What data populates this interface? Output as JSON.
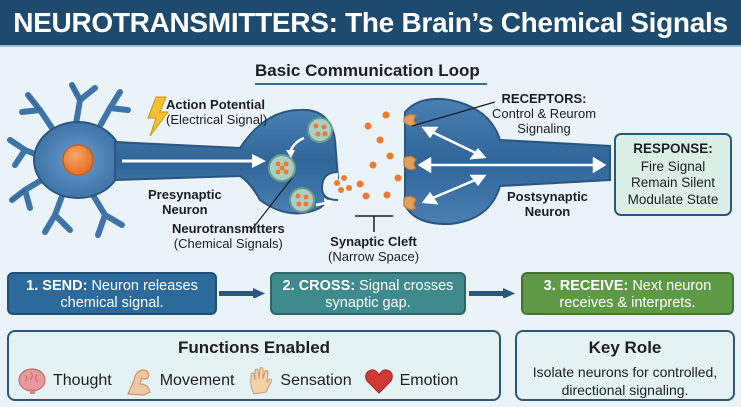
{
  "header": {
    "title": "NEUROTRANSMITTERS: The Brain’s Chemical Signals"
  },
  "diagram": {
    "title": "Basic Communication Loop",
    "labels": {
      "action_potential_title": "Action Potential",
      "action_potential_sub": "(Electrical Signal)",
      "presynaptic_line1": "Presynaptic",
      "presynaptic_line2": "Neuron",
      "neurotransmitters_title": "Neurotransmitters",
      "neurotransmitters_sub": "(Chemical Signals)",
      "synaptic_cleft_title": "Synaptic Cleft",
      "synaptic_cleft_sub": "(Narrow Space)",
      "receptors_title": "RECEPTORS:",
      "receptors_sub_line1": "Control & Reurom",
      "receptors_sub_line2": "Signaling",
      "postsynaptic_line1": "Postsynaptic",
      "postsynaptic_line2": "Neuron"
    },
    "response": {
      "title": "RESPONSE:",
      "items": [
        "Fire Signal",
        "Remain Silent",
        "Modulate State"
      ]
    },
    "colors": {
      "neuron": "#3f74a8",
      "neuron_dark": "#2a5680",
      "nucleus": "#f08a3c",
      "neurotransmitter": "#f07a30",
      "receptor": "#e0a060",
      "lightning": "#f5c030"
    }
  },
  "steps": [
    {
      "number_label": "1. SEND:",
      "text_line1": "Neuron releases",
      "text_line2": "chemical signal.",
      "color": "#2d6a9c"
    },
    {
      "number_label": "2. CROSS:",
      "text_line1": "Signal crosses",
      "text_line2": "synaptic gap.",
      "color": "#3f8a8c"
    },
    {
      "number_label": "3. RECEIVE:",
      "text_line1": "Next neuron",
      "text_line2": "receives & interprets.",
      "color": "#5e9a46"
    }
  ],
  "functions": {
    "title": "Functions Enabled",
    "items": [
      {
        "label": "Thought",
        "icon": "brain-icon"
      },
      {
        "label": "Movement",
        "icon": "flexed-arm-icon"
      },
      {
        "label": "Sensation",
        "icon": "hand-icon"
      },
      {
        "label": "Emotion",
        "icon": "heart-icon"
      }
    ]
  },
  "key_role": {
    "title": "Key Role",
    "text_line1": "Isolate neurons for controlled,",
    "text_line2": "directional signaling."
  }
}
